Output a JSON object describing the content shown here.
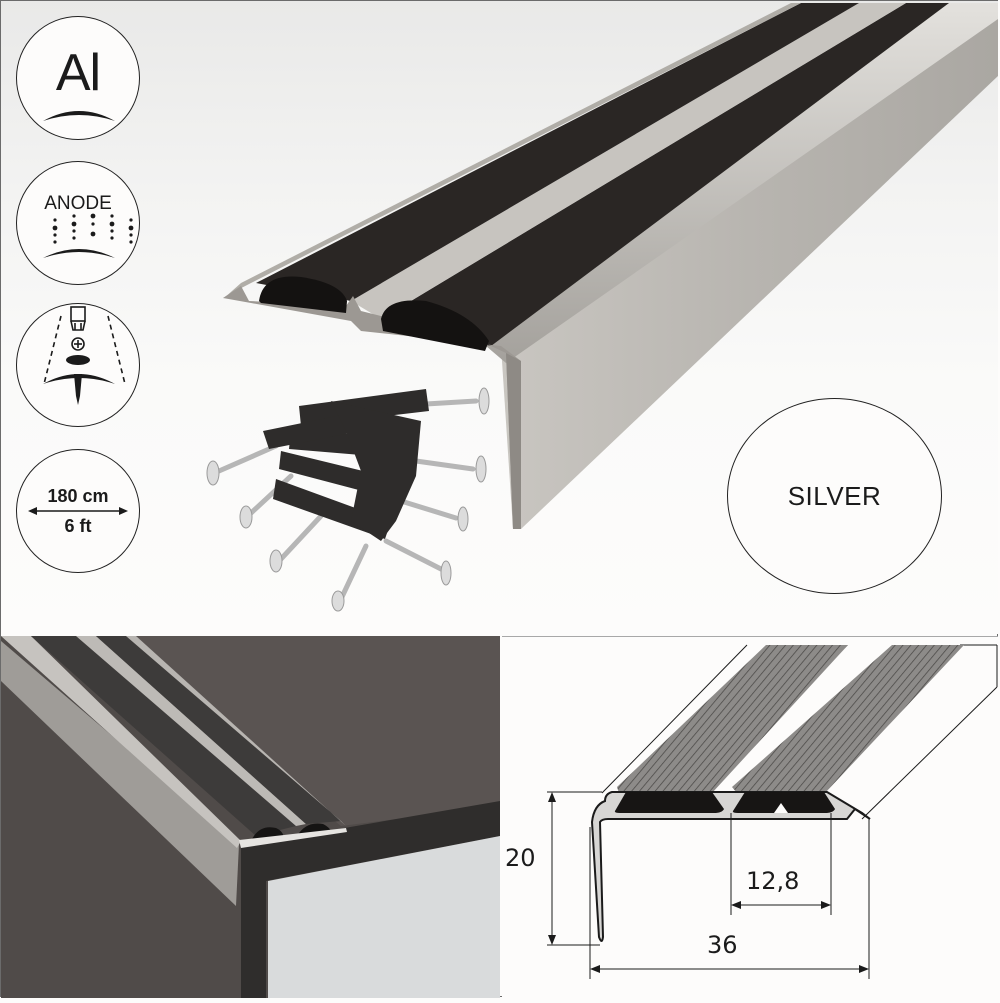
{
  "product": {
    "type": "stair nosing profile",
    "material": "aluminium",
    "inserts": 2
  },
  "badges": {
    "material": {
      "label": "Al",
      "icon": "aluminium-material-icon"
    },
    "finish": {
      "label": "ANODE",
      "icon": "anodised-finish-icon"
    },
    "fixing": {
      "icon": "screw-fixing-icon"
    },
    "length": {
      "metric": "180 cm",
      "imperial": "6 ft",
      "icon": "length-arrow-icon"
    },
    "color": {
      "label": "SILVER"
    }
  },
  "drawing": {
    "height": "20",
    "width": "36",
    "insert_width": "12,8"
  },
  "colors": {
    "aluminium": "#b9b6b1",
    "rubber_insert": "#262321",
    "floor": "#4f4a48",
    "outline": "#1b1b1b"
  }
}
